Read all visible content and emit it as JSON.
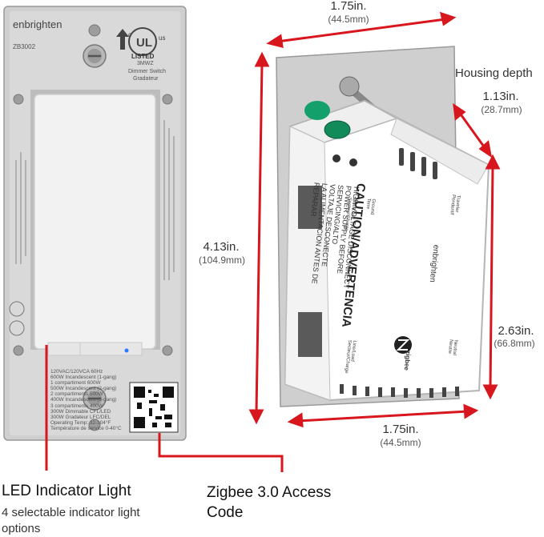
{
  "front": {
    "brand": "enbrighten",
    "model": "ZB3002",
    "listed": "LISTED",
    "ul_code": "3MWZ",
    "name_en": "Dimmer Switch",
    "name_fr": "Gradateur",
    "spec_lines": [
      "120VAC/120VCA 60Hz",
      "600W Incandescent (1-gang)",
      "1 compartiment 600W",
      "500W Incandescent (2-gang)",
      "2 compartiments 500W",
      "400W Incandescent (3-gang)",
      "3 compartiments 400W",
      "300W Dimmable CFL/LED",
      "300W Gradateur LFC/DEL",
      "Operating Temp: 32-104°F",
      "Température de service 0-40°C"
    ]
  },
  "side": {
    "brand": "enbrighten",
    "caution": "CAUTION/ADVERTENCIA",
    "warning_lines": [
      "HIGH VOLTAGE DISCONNECT",
      "POWER SUPPLY BEFORE",
      "SERVICING/ALTO",
      "VOLTAJE DESCONECTE",
      "LA ALIMENTACION ANTES DE",
      "REPARAR"
    ],
    "zigbee": "zigbee",
    "ground_label": "Ground\nTerre",
    "traveler_label": "Traveler\nPendentif",
    "lineload_label": "Line/Load\nSecteur/Charge",
    "neutral_label": "Neutral\nNeutre"
  },
  "dimensions": {
    "width_top": {
      "main": "1.75in.",
      "sub": "(44.5mm)"
    },
    "housing_label": "Housing depth",
    "depth": {
      "main": "1.13in.",
      "sub": "(28.7mm)"
    },
    "height": {
      "main": "4.13in.",
      "sub": "(104.9mm)"
    },
    "housing_height": {
      "main": "2.63in.",
      "sub": "(66.8mm)"
    },
    "width_bottom": {
      "main": "1.75in.",
      "sub": "(44.5mm)"
    }
  },
  "callouts": {
    "led": {
      "title": "LED Indicator Light",
      "sub": "4 selectable indicator light options"
    },
    "zigbee": {
      "title": "Zigbee 3.0 Access Code"
    }
  },
  "colors": {
    "accent_red": "#d8161e",
    "plate_gray": "#c9c9c9",
    "rocker": "#f2f2f2",
    "led_blue": "#2a7bff"
  }
}
